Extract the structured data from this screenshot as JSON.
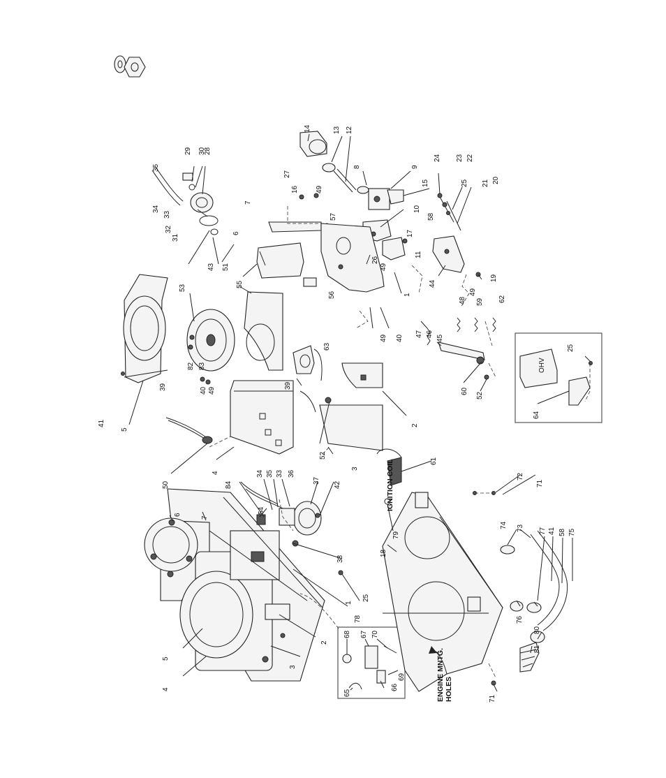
{
  "labels": {
    "n1": "1",
    "n2": "2",
    "n3": "3",
    "n4": "4",
    "n5": "5",
    "n6": "6",
    "n7": "7",
    "n8": "8",
    "n9": "9",
    "n10": "10",
    "n11": "11",
    "n12": "12",
    "n13": "13",
    "n14": "14",
    "n15": "15",
    "n16": "16",
    "n17": "17",
    "n18": "18",
    "n19": "19",
    "n20": "20",
    "n21": "21",
    "n22": "22",
    "n23": "23",
    "n24": "24",
    "n25": "25",
    "n26": "26",
    "n27": "27",
    "n28": "28",
    "n29": "29",
    "n30": "30",
    "n31": "31",
    "n32": "32",
    "n33": "33",
    "n34": "34",
    "n35": "35",
    "n36": "36",
    "n37": "37",
    "n38": "38",
    "n39": "39",
    "n40": "40",
    "n41": "41",
    "n42": "42",
    "n43": "43",
    "n44": "44",
    "n45": "45",
    "n46": "46",
    "n47": "47",
    "n48": "48",
    "n49": "49",
    "n50": "50",
    "n51": "51",
    "n52": "52",
    "n53": "53",
    "n54": "54",
    "n55": "55",
    "n56": "56",
    "n57": "57",
    "n58": "58",
    "n59": "59",
    "n60": "60",
    "n61": "61",
    "n62": "62",
    "n63": "63",
    "n64": "64",
    "n65": "65",
    "n66": "66",
    "n67": "67",
    "n68": "68",
    "n69": "69",
    "n70": "70",
    "n71": "71",
    "n72": "72",
    "n73": "73",
    "n74": "74",
    "n75": "75",
    "n76": "76",
    "n77": "77",
    "n78": "78",
    "n79": "79",
    "n80": "80",
    "n81": "81",
    "n82": "82",
    "n83": "83",
    "n84": "84"
  },
  "captions": {
    "ignition_coil": "IGNITION COIL",
    "engine_mntg": "ENGINE MNTG.",
    "holes": "HOLES",
    "ohv": "OHV"
  }
}
